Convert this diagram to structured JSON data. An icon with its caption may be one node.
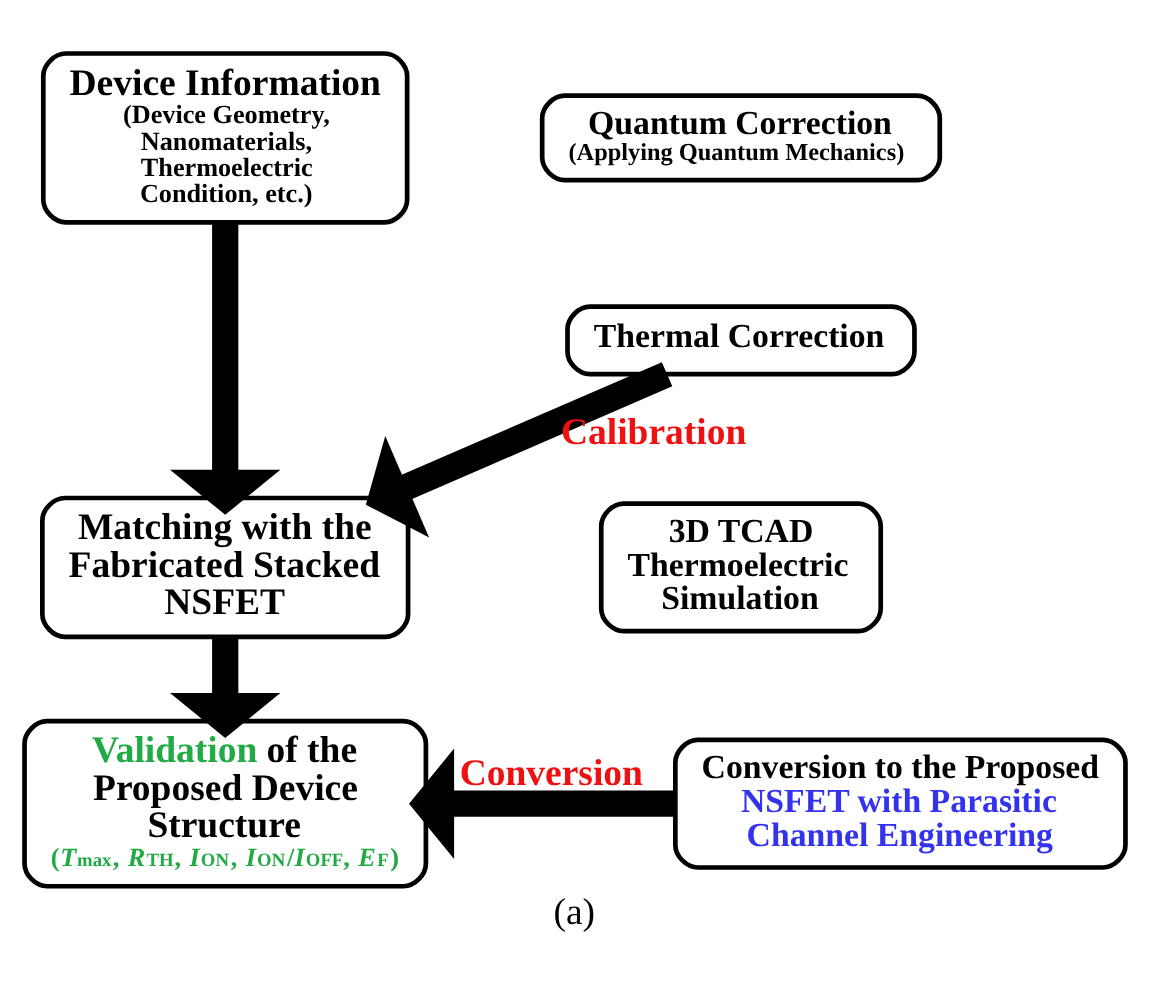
{
  "diagram": {
    "caption": "(a)",
    "nodes": [
      {
        "text": [
          "Device Information",
          "(Device Geometry, Nanomaterials, Thermoelectric Condition, etc.)"
        ]
      },
      {
        "text": [
          "Quantum Correction",
          "(Applying Quantum Mechanics)"
        ]
      },
      {
        "text": [
          "Thermal Correction"
        ]
      },
      {
        "text": [
          "3D TCAD Thermoelectric Simulation"
        ]
      },
      {
        "text": [
          "Matching with the Fabricated Stacked NSFET"
        ]
      },
      {
        "text": [
          "Conversion to the Proposed",
          "NSFET with Parasitic Channel Engineering"
        ]
      },
      {
        "text": [
          "Validation of the Proposed Device Structure",
          "(*T*$_{max}$, *R*$_{TH}$, *I*$_{ON}$, *I*$_{ON}$/*I*$_{OFF}$, *E*$_{F}$)"
        ]
      }
    ],
    "edges": [
      {
        "from": 0,
        "to": 4,
        "arrow": "to"
      },
      {
        "from": 2,
        "to": 4,
        "arrow": "to",
        "label": "Calibration"
      },
      {
        "from": 4,
        "to": 6,
        "arrow": "to"
      },
      {
        "from": 5,
        "to": 6,
        "arrow": "to",
        "label": "Conversion"
      }
    ]
  }
}
